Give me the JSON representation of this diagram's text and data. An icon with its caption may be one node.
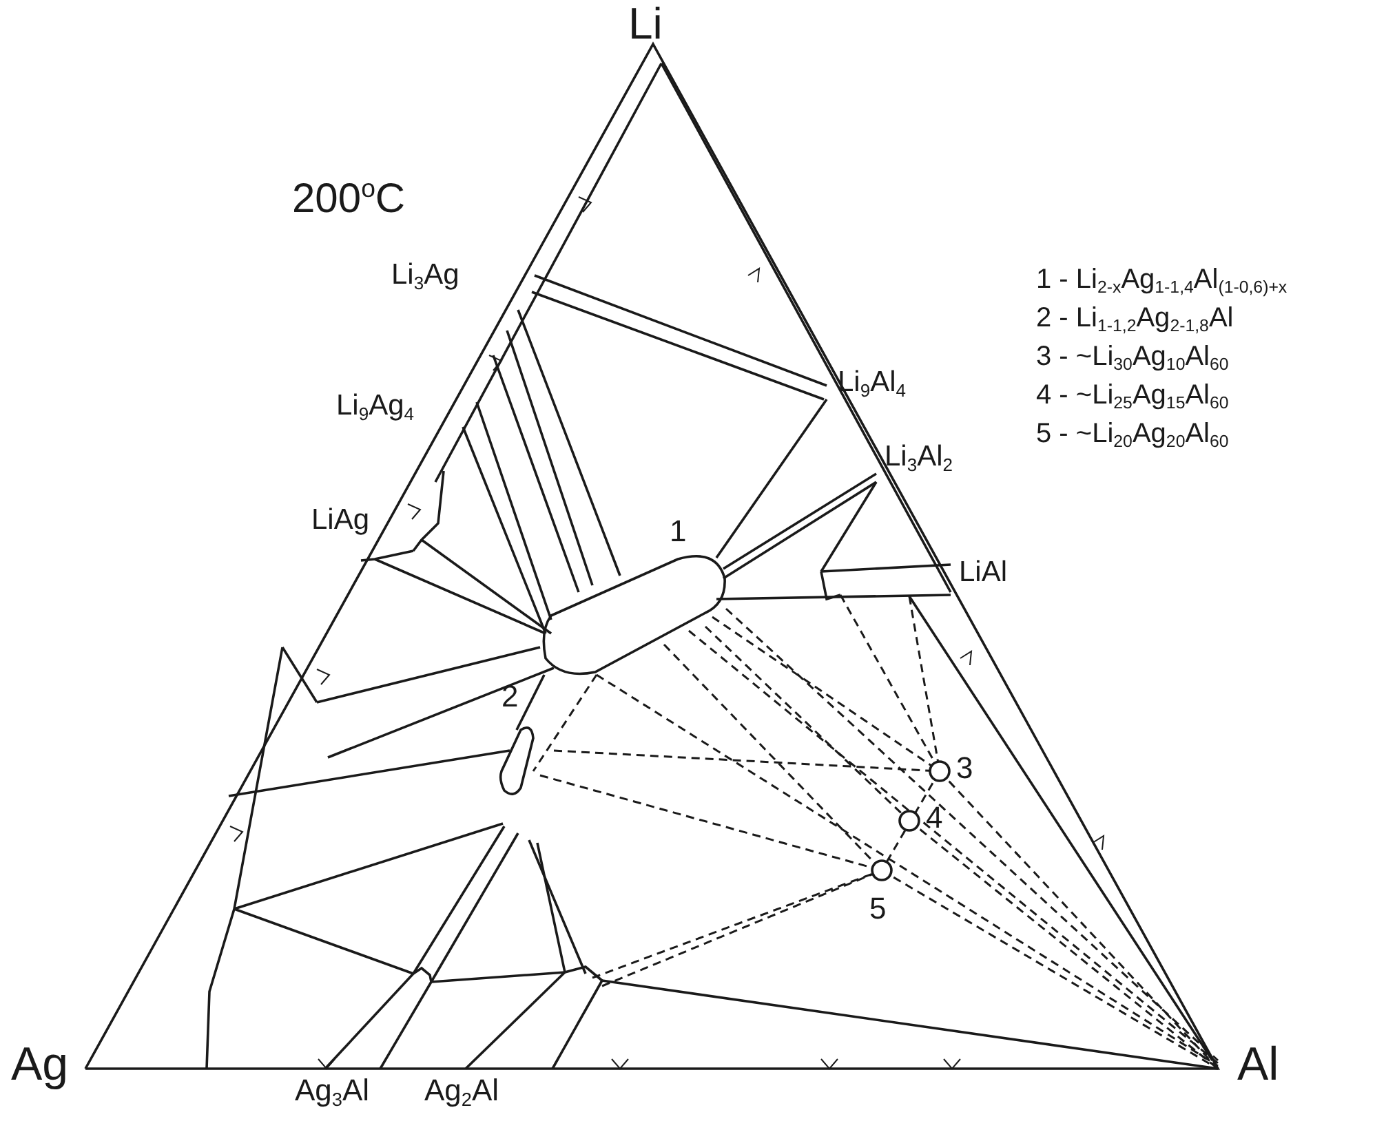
{
  "diagram": {
    "labels": [
      "Li",
      "200$^{o}$C",
      "1 - Li$_{2-x}$Ag$_{1-1,4}$Al$_{(1-0,6)+x}$",
      "2 - Li$_{1-1,2}$Ag$_{2-1,8}$Al",
      "3 - ~Li$_{30}$Ag$_{10}$Al$_{60}$",
      "4 - ~Li$_{25}$Ag$_{15}$Al$_{60}$",
      "5 - ~Li$_{20}$Ag$_{20}$Al$_{60}$",
      "Li$_{3}$Ag",
      "Li$_{9}$Al$_{4}$",
      "Li$_{9}$Ag$_{4}$",
      "Li$_{3}$Al$_{2}$",
      "1",
      "LiAg",
      "LiAl",
      "2",
      "3",
      "4",
      "5",
      "Ag",
      "Al",
      "Ag$_{3}$Al",
      "Ag$_{2}$Al"
    ]
  }
}
